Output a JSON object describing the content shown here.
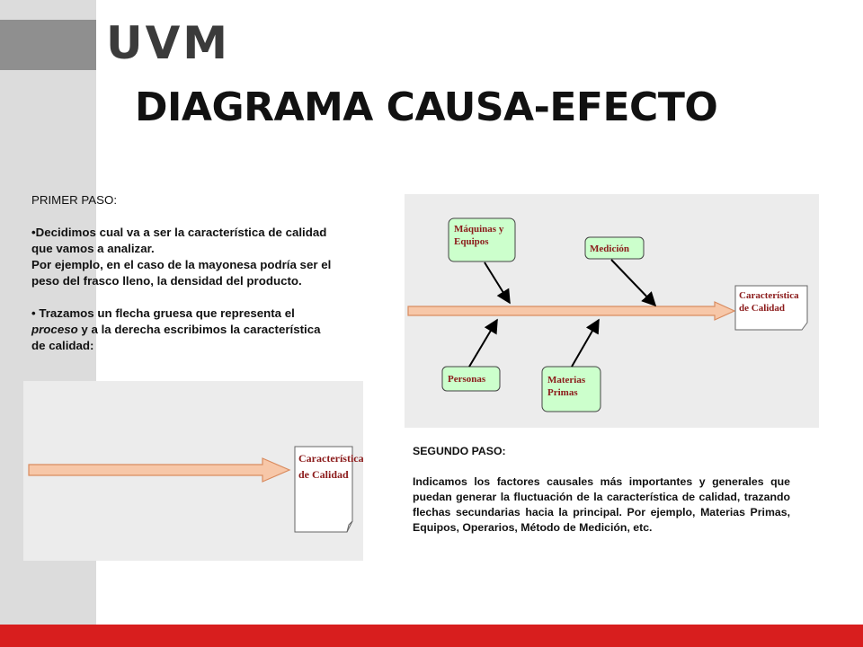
{
  "logo": {
    "text": "UVM"
  },
  "title": "DIAGRAMA CAUSA-EFECTO",
  "step1": {
    "heading": "PRIMER PASO:",
    "para1": "•Decidimos cual va a ser la característica de calidad que vamos a analizar.",
    "para2": "Por ejemplo, en el caso de la mayonesa podría ser el peso del frasco lleno, la densidad del producto.",
    "para3_pre": "• Trazamos un flecha gruesa que representa el ",
    "para3_em": "proceso",
    "para3_post": " y a la derecha escribimos la característica de calidad:"
  },
  "diagram1": {
    "effect_line1": "Característica",
    "effect_line2": "de Calidad"
  },
  "diagram2": {
    "effect_line1": "Característica",
    "effect_line2": "de Calidad",
    "causes": {
      "machines_line1": "Máquinas y",
      "machines_line2": "Equipos",
      "measurement": "Medición",
      "people": "Personas",
      "materials_line1": "Materias",
      "materials_line2": "Primas"
    }
  },
  "step2": {
    "heading": "SEGUNDO PASO:",
    "body": "Indicamos los factores causales más importantes y generales que puedan generar la fluctuación de la característica de calidad, trazando flechas secundarias hacia la principal. Por ejemplo, Materias Primas, Equipos, Operarios, Método de Medición, etc."
  },
  "colors": {
    "accent_red": "#d81e1e",
    "band_gray": "#dcdcdc",
    "logo_bar_gray": "#8f8f8f",
    "arrow_fill": "#f7c7a8",
    "arrow_stroke": "#d98b5f",
    "cause_box_fill": "#ccffcc",
    "effect_text": "#8b1a1a"
  }
}
